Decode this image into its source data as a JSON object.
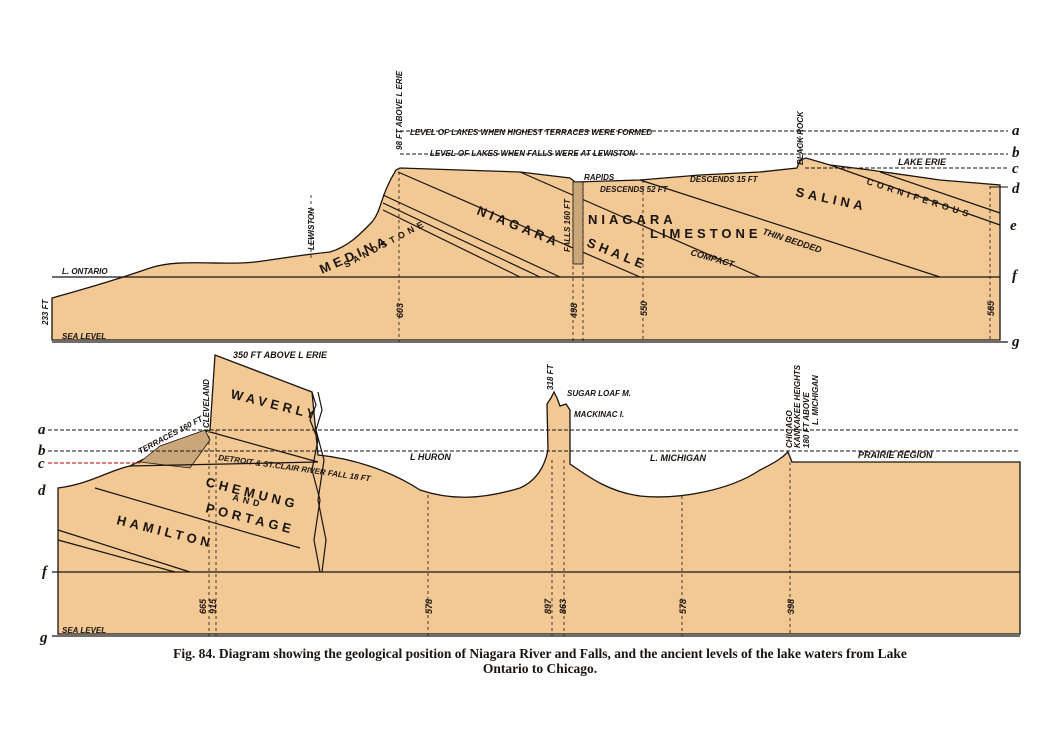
{
  "top_section": {
    "level_labels": {
      "highest_terraces": "LEVEL OF LAKES WHEN HIGHEST TERRACES WERE FORMED",
      "falls_at_lewiston": "LEVEL OF LAKES WHEN FALLS WERE AT LEWISTON",
      "lake_erie": "LAKE ERIE",
      "l_ontario": "L. ONTARIO",
      "sea_level": "SEA LEVEL"
    },
    "place_labels": {
      "above_erie": "98 FT ABOVE L ERIE",
      "lewiston": "LEWISTON",
      "black_rock": "BLACK ROCK",
      "rapids": "RAPIDS",
      "descends_52": "DESCENDS 52 FT",
      "descends_15": "DESCENDS 15 FT",
      "falls": "FALLS 160 FT"
    },
    "strata": {
      "medina": "MEDINA",
      "sandstone": "SANDSTONE",
      "niagara_shale_1": "NIAGARA",
      "niagara_shale_2": "SHALE",
      "niagara_limestone_1": "NIAGARA",
      "niagara_limestone_2": "LIMESTONE",
      "thin_bedded": "THIN BEDDED",
      "compact": "COMPACT",
      "salina": "SALINA",
      "corniferous": "CORNIFEROUS"
    },
    "depths": {
      "left": "233 FT",
      "d1": "603",
      "d2": "498",
      "d3": "550",
      "d4": "565"
    },
    "letters": {
      "a": "a",
      "b": "b",
      "c": "c",
      "d": "d",
      "e": "e",
      "f": "f",
      "g": "g"
    }
  },
  "bottom_section": {
    "level_labels": {
      "above_erie": "350 FT ABOVE L ERIE",
      "huron": "L HURON",
      "michigan": "L. MICHIGAN",
      "prairie": "PRAIRIE REGION",
      "sea_level": "SEA LEVEL"
    },
    "place_labels": {
      "cleveland": "CLEVELAND",
      "terraces": "TERRACES 160 FT",
      "detroit": "DETROIT & ST.CLAIR RIVER FALL 18 FT",
      "height_318": "318 FT",
      "sugar_loaf": "SUGAR LOAF M.",
      "mackinac": "MACKINAC I.",
      "chicago": "CHICAGO",
      "kankakee": "KANKAKEE HEIGHTS",
      "ft_above": "180 FT ABOVE",
      "l_michigan_vert": "L. MICHIGAN"
    },
    "strata": {
      "waverly": "WAVERLY",
      "chemung": "CHEMUNG",
      "and": "AND",
      "portage": "PORTAGE",
      "hamilton": "HAMILTON"
    },
    "depths": {
      "d1": "665",
      "d2": "915",
      "d3": "578",
      "d4": "897",
      "d5": "863",
      "d6": "578",
      "d7": "398"
    },
    "letters": {
      "a": "a",
      "b": "b",
      "c": "c",
      "d": "d",
      "f": "f",
      "g": "g"
    }
  },
  "caption": {
    "line1": "Fig. 84. Diagram showing the geological position of Niagara River and Falls, and the ancient levels of the lake waters from Lake",
    "line2": "Ontario to Chicago."
  },
  "colors": {
    "fill": "#f2c894",
    "ink": "#1a1410",
    "terrace": "#c9a77a",
    "red_level": "#c0392b"
  }
}
